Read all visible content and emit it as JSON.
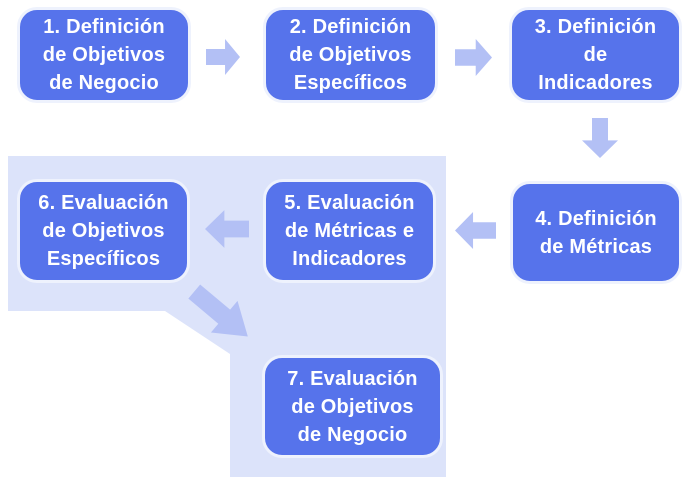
{
  "colors": {
    "page_bg": "#ffffff",
    "box_fill": "#5673eb",
    "box_border": "#eef2fd",
    "box_text": "#ffffff",
    "arrow_fill": "#b3c0f5",
    "panel_bg": "#dce3fa"
  },
  "diagram": {
    "steps": [
      {
        "id": "1",
        "label": "1. Definición\nde Objetivos\nde Negocio"
      },
      {
        "id": "2",
        "label": "2. Definición\nde Objetivos\nEspecíficos"
      },
      {
        "id": "3",
        "label": "3. Definición\nde\nIndicadores"
      },
      {
        "id": "4",
        "label": "4. Definición\nde Métricas"
      },
      {
        "id": "5",
        "label": "5. Evaluación\nde Métricas e\nIndicadores"
      },
      {
        "id": "6",
        "label": "6. Evaluación\nde Objetivos\nEspecíficos"
      },
      {
        "id": "7",
        "label": "7. Evaluación\nde Objetivos\nde Negocio"
      }
    ],
    "arrows": [
      {
        "from": "1",
        "to": "2",
        "direction": "right"
      },
      {
        "from": "2",
        "to": "3",
        "direction": "right"
      },
      {
        "from": "3",
        "to": "4",
        "direction": "down"
      },
      {
        "from": "4",
        "to": "5",
        "direction": "left"
      },
      {
        "from": "5",
        "to": "6",
        "direction": "left"
      },
      {
        "from": "6",
        "to": "7",
        "direction": "down-right"
      }
    ]
  }
}
